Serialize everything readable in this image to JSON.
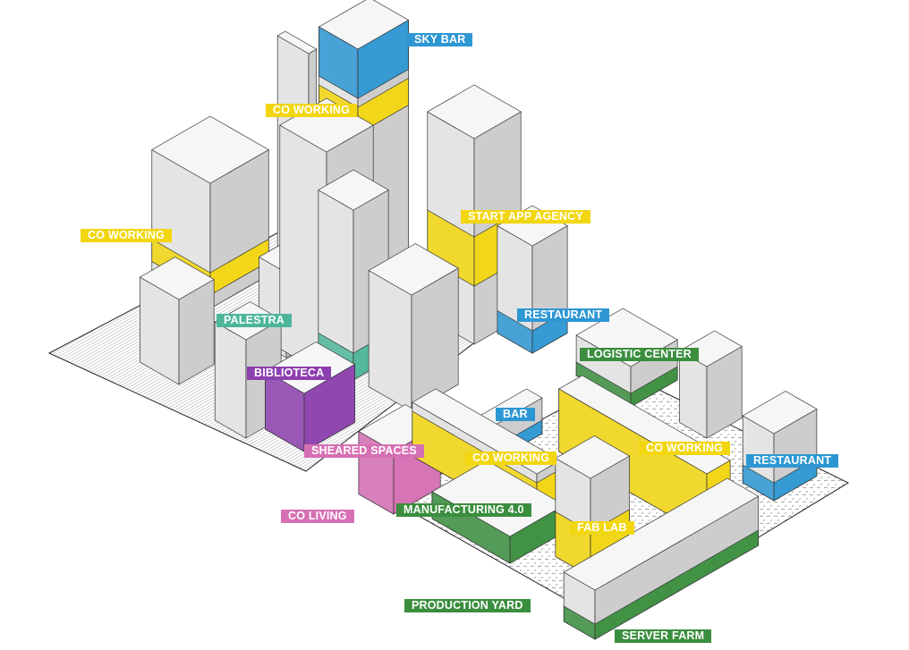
{
  "colors": {
    "yellow": "#f2d60f",
    "blue": "#2d97d3",
    "green": "#3a8e3e",
    "teal": "#4db69a",
    "purple": "#8c3fae",
    "pink": "#d66fb4"
  },
  "labels": [
    {
      "text": "SKY BAR",
      "color": "blue"
    },
    {
      "text": "CO WORKING",
      "color": "yellow"
    },
    {
      "text": "CO WORKING",
      "color": "yellow"
    },
    {
      "text": "START APP AGENCY",
      "color": "yellow"
    },
    {
      "text": "RESTAURANT",
      "color": "blue"
    },
    {
      "text": "PALESTRA",
      "color": "teal"
    },
    {
      "text": "BIBLIOTECA",
      "color": "purple"
    },
    {
      "text": "LOGISTIC CENTER",
      "color": "green"
    },
    {
      "text": "BAR",
      "color": "blue"
    },
    {
      "text": "CO WORKING",
      "color": "yellow"
    },
    {
      "text": "RESTAURANT",
      "color": "blue"
    },
    {
      "text": "SHEARED SPACES",
      "color": "pink"
    },
    {
      "text": "CO WORKING",
      "color": "yellow"
    },
    {
      "text": "CO LIVING",
      "color": "pink"
    },
    {
      "text": "MANUFACTURING 4.0",
      "color": "green"
    },
    {
      "text": "FAB LAB",
      "color": "yellow"
    },
    {
      "text": "PRODUCTION YARD",
      "color": "green"
    },
    {
      "text": "SERVER FARM",
      "color": "green"
    }
  ]
}
